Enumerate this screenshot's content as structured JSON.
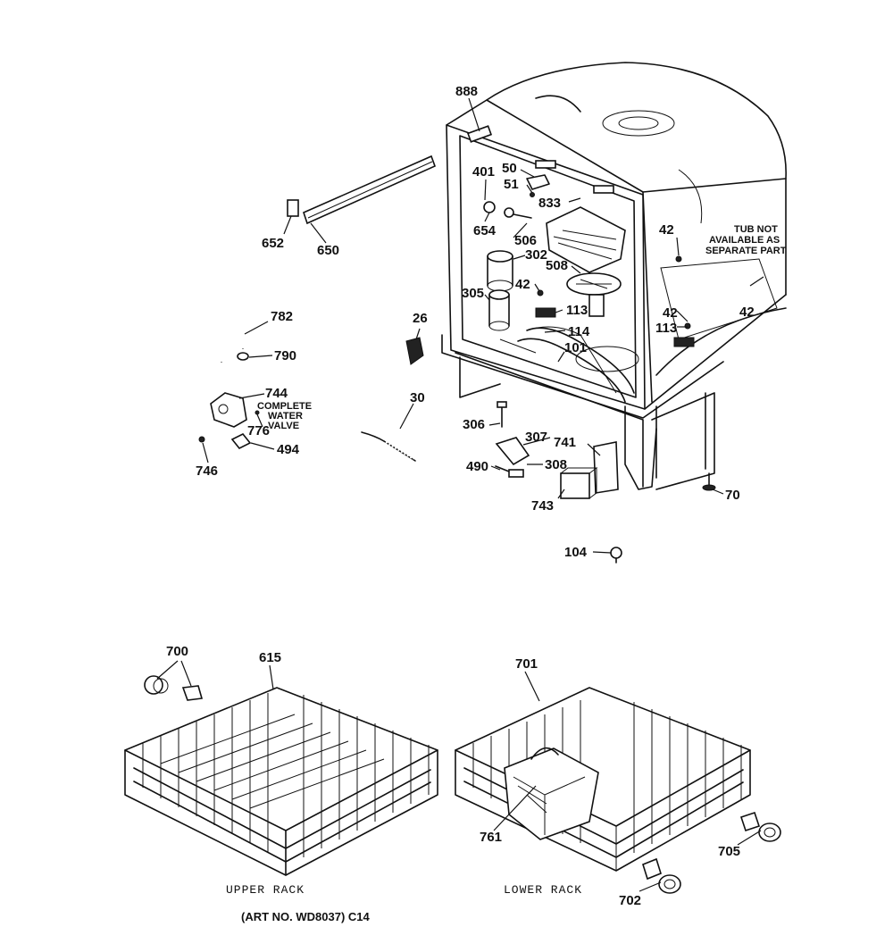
{
  "labels": {
    "p888": "888",
    "p401": "401",
    "p50": "50",
    "p51": "51",
    "p833": "833",
    "p654": "654",
    "p506": "506",
    "p302": "302",
    "p508": "508",
    "p42a": "42",
    "p42b": "42",
    "p42c": "42",
    "p42d": "42",
    "p305": "305",
    "p113a": "113",
    "p113b": "113",
    "p114": "114",
    "p101": "101",
    "p26": "26",
    "p652": "652",
    "p650": "650",
    "p782": "782",
    "p790": "790",
    "p744": "744",
    "p776": "776",
    "p494": "494",
    "p746": "746",
    "p30": "30",
    "p306": "306",
    "p307": "307",
    "p741": "741",
    "p490": "490",
    "p308": "308",
    "p743": "743",
    "p70": "70",
    "p104": "104",
    "p700": "700",
    "p615": "615",
    "p701": "701",
    "p761": "761",
    "p705": "705",
    "p702": "702"
  },
  "notes": {
    "tub_line1": "TUB NOT",
    "tub_line2": "AVAILABLE AS",
    "tub_line3": "SEPARATE PART",
    "valve_line1": "COMPLETE",
    "valve_line2": "WATER",
    "valve_line3": "VALVE"
  },
  "captions": {
    "upper_rack": "UPPER RACK",
    "lower_rack": "LOWER RACK",
    "art_no": "(ART NO. WD8037) C14"
  }
}
